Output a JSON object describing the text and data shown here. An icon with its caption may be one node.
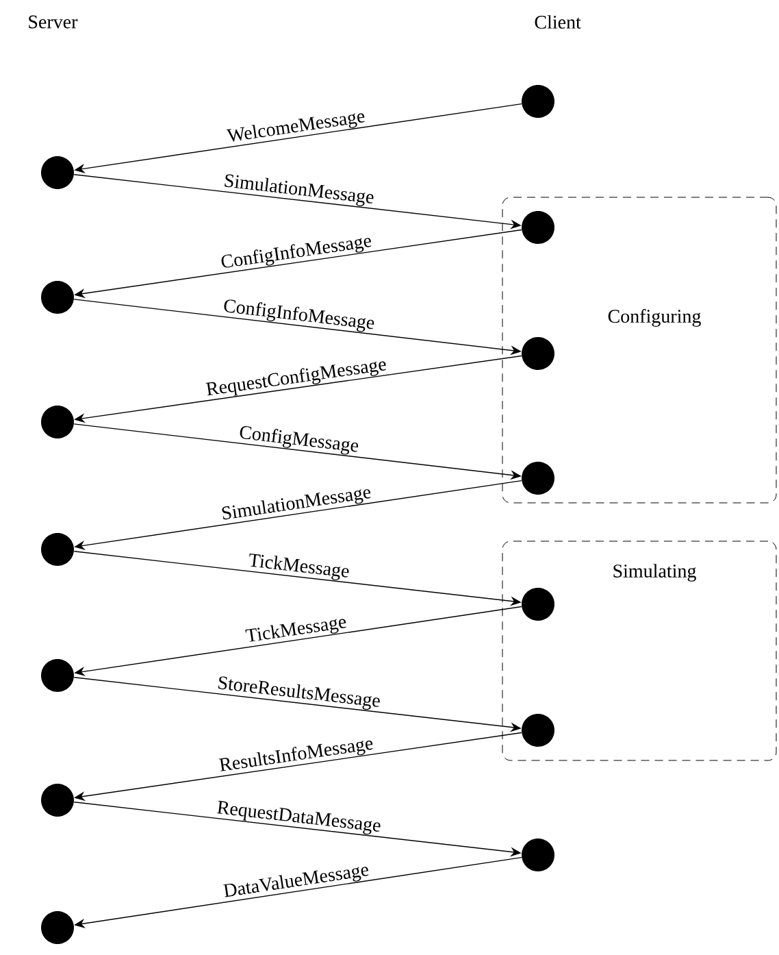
{
  "diagram": {
    "nodes": [
      {
        "text": [],
        "shape": "circle"
      },
      {
        "text": [],
        "shape": "circle"
      },
      {
        "text": [
          "Configuring"
        ]
      },
      {
        "text": [],
        "shape": "circle",
        "in": 2
      },
      {
        "text": [],
        "shape": "circle"
      },
      {
        "text": [],
        "shape": "circle",
        "in": 2
      },
      {
        "text": [],
        "shape": "circle"
      },
      {
        "text": [],
        "shape": "circle",
        "in": 2
      },
      {
        "text": [],
        "shape": "circle"
      },
      {
        "text": [
          "Simulating"
        ]
      },
      {
        "text": [],
        "shape": "circle",
        "in": 9
      },
      {
        "text": [],
        "shape": "circle"
      },
      {
        "text": [],
        "shape": "circle",
        "in": 9
      },
      {
        "text": [],
        "shape": "circle"
      },
      {
        "text": [],
        "shape": "circle"
      },
      {
        "text": [],
        "shape": "circle"
      }
    ],
    "edges": [
      {
        "from": 0,
        "to": 1,
        "arrow": "to",
        "label": "WelcomeMessage"
      },
      {
        "from": 1,
        "to": 3,
        "arrow": "to",
        "label": "SimulationMessage"
      },
      {
        "from": 3,
        "to": 4,
        "arrow": "to",
        "label": "ConfigInfoMessage"
      },
      {
        "from": 4,
        "to": 5,
        "arrow": "to",
        "label": "ConfigInfoMessage"
      },
      {
        "from": 5,
        "to": 6,
        "arrow": "to",
        "label": "RequestConfigMessage"
      },
      {
        "from": 6,
        "to": 7,
        "arrow": "to",
        "label": "ConfigMessage"
      },
      {
        "from": 7,
        "to": 8,
        "arrow": "to",
        "label": "SimulationMessage"
      },
      {
        "from": 8,
        "to": 10,
        "arrow": "to",
        "label": "TickMessage"
      },
      {
        "from": 10,
        "to": 11,
        "arrow": "to",
        "label": "TickMessage"
      },
      {
        "from": 11,
        "to": 12,
        "arrow": "to",
        "label": "StoreResultsMessage"
      },
      {
        "from": 12,
        "to": 13,
        "arrow": "to",
        "label": "ResultsInfoMessage"
      },
      {
        "from": 13,
        "to": 14,
        "arrow": "to",
        "label": "RequestDataMessage"
      },
      {
        "from": 14,
        "to": 15,
        "arrow": "to",
        "label": "DataValueMessage"
      }
    ],
    "labels": [
      "Server",
      "Client"
    ]
  }
}
